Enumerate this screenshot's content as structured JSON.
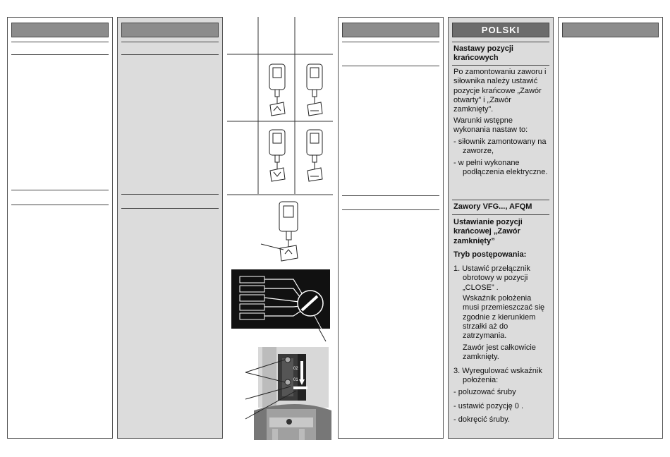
{
  "polski": {
    "header": "POLSKI",
    "section1_title": "Nastawy pozycji krańcowych",
    "intro": "Po zamontowaniu zaworu i siłownika należy ustawić pozycje krańcowe „Zawór otwarty” i „Zawór zamknięty”.",
    "conditions": "Warunki wstępne wykonania nastaw to:",
    "condition_1": "- siłownik zamontowany na zaworze,",
    "condition_2": "- w pełni wykonane podłączenia elektryczne.",
    "section2_title": "Zawory VFG..., AFQM",
    "subsection_title_1": "Ustawianie pozycji krańcowej „Zawór",
    "subsection_title_2": "zamknięty”",
    "procedure": "Tryb postępowania:",
    "step_1": "1. Ustawić przełącznik obrotowy w pozycji „CLOSE”   .",
    "step_indicator": "Wskaźnik położenia musi przemieszczać się zgodnie z kierunkiem strzałki aż do zatrzymania.",
    "step_closed": "Zawór jest całkowicie zamknięty.",
    "step_3": "3. Wyregulować wskaźnik położenia:",
    "bullet_1": "- poluzować śruby",
    "bullet_2": "- ustawić pozycję 0   .",
    "bullet_3": "- dokręcić śruby."
  },
  "figure": {
    "scale_top": "02",
    "scale_bottom": "01"
  }
}
